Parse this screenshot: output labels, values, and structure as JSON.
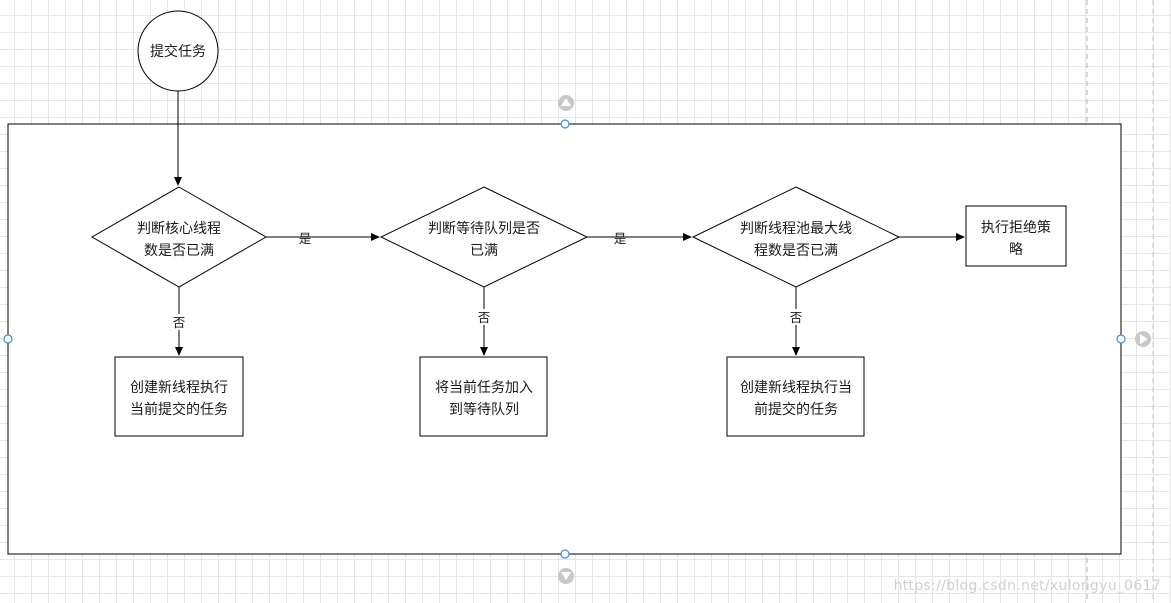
{
  "flowchart": {
    "start": "提交任务",
    "decision_core": [
      "判断核心线程",
      "数是否已满"
    ],
    "decision_queue": [
      "判断等待队列是否",
      "已满"
    ],
    "decision_max": [
      "判断线程池最大线",
      "程数是否已满"
    ],
    "reject": [
      "执行拒绝策",
      "略"
    ],
    "create_core": [
      "创建新线程执行",
      "当前提交的任务"
    ],
    "enqueue": [
      "将当前任务加入",
      "到等待队列"
    ],
    "create_max": [
      "创建新线程执行当",
      "前提交的任务"
    ],
    "yes_label": "是",
    "no_label": "否"
  },
  "watermark": "https://blog.csdn.net/xulongyu_0617",
  "colors": {
    "stroke": "#000000",
    "handle": "#3d8fe0",
    "arrow_control": "#c8c8c8",
    "guide_line": "#b0b0b0"
  }
}
